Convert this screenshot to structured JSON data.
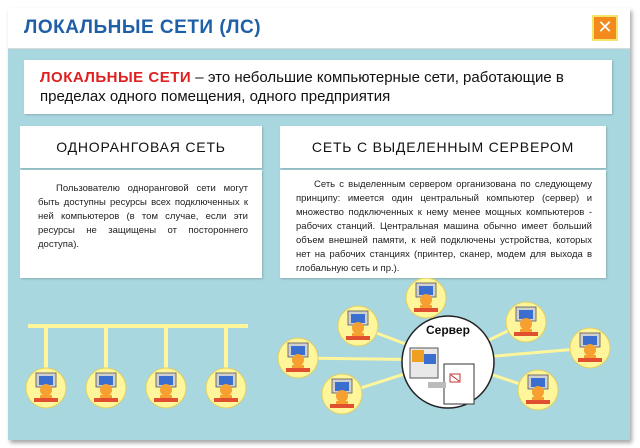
{
  "header": {
    "title": "ЛОКАЛЬНЫЕ СЕТИ (ЛС)",
    "close_label": "✕"
  },
  "definition": {
    "term": "ЛОКАЛЬНЫЕ СЕТИ",
    "text": " – это небольшие компьютерные сети, работающие в пределах одного помещения, одного предприятия"
  },
  "peer_to_peer": {
    "heading": "ОДНОРАНГОВАЯ СЕТЬ",
    "description": "Пользователю одноранговой сети могут быть доступны ресурсы всех подключенных к ней компьютеров (в том случае, если эти ресурсы не защищены от постороннего доступа)."
  },
  "server_network": {
    "heading": "СЕТЬ С ВЫДЕЛЕННЫМ СЕРВЕРОМ",
    "description": "Сеть с выделенным сервером организована по следующему принципу: имеется один центральный компьютер (сервер) и множество подключенных к нему менее мощных компьютеров - рабочих станций. Центральная машина обычно имеет больший объем внешней памяти, к ней подключены устройства, которых нет на рабочих станциях (принтер, сканер, модем для выхода в глобальную сеть и пр.).",
    "server_label": "Сервер"
  },
  "colors": {
    "background": "#a9d7e0",
    "title": "#1f5fa8",
    "term": "#e02020",
    "close": "#f28a1c"
  }
}
